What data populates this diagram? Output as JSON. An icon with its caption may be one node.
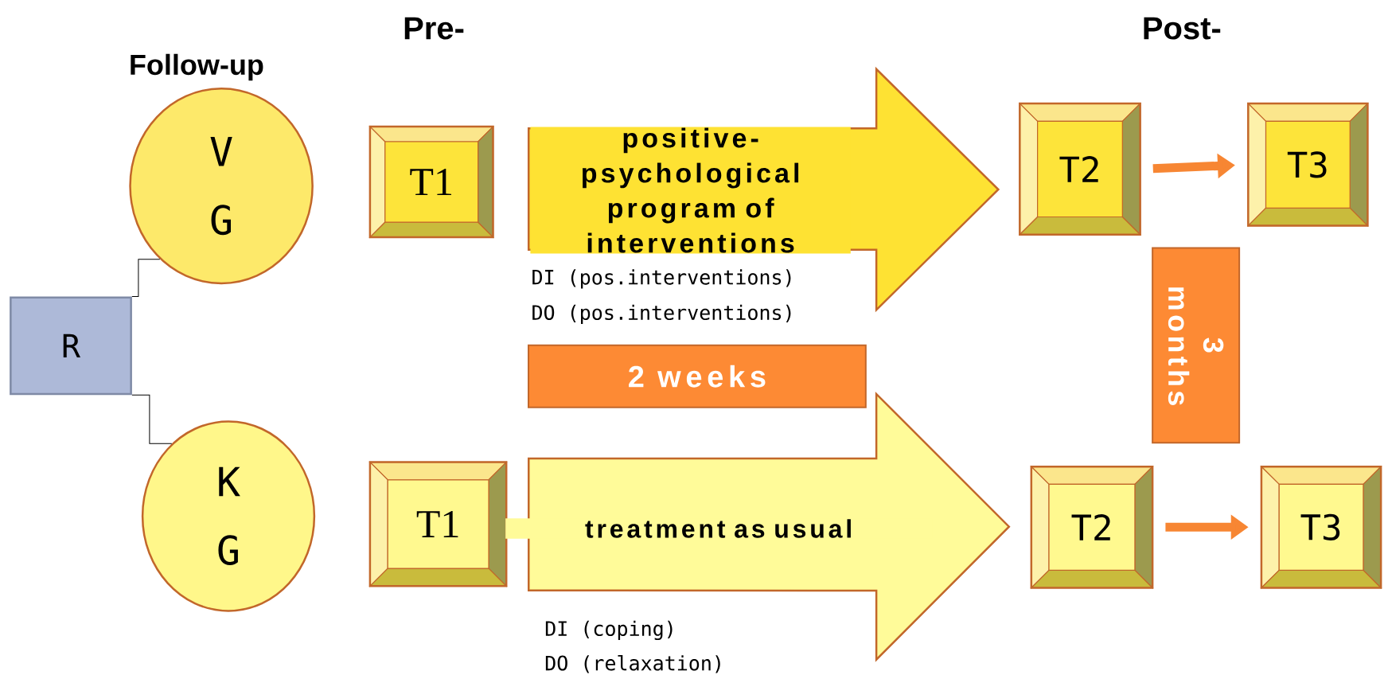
{
  "diagram": {
    "nodes": [
      {
        "text": [
          "V G"
        ]
      },
      {
        "text": [
          "K G"
        ]
      },
      {
        "text": [
          "R"
        ]
      },
      {
        "text": [
          "T1"
        ]
      },
      {
        "text": [
          "T2"
        ]
      },
      {
        "text": [
          "T3"
        ]
      },
      {
        "text": [
          "2 weeks"
        ]
      },
      {
        "text": [
          "3 months"
        ]
      },
      {
        "text": [
          "T1"
        ]
      },
      {
        "text": [
          "T2"
        ]
      },
      {
        "text": [
          "T3"
        ]
      }
    ],
    "edges": [
      {
        "from": 2,
        "to": 0,
        "arrow": "none"
      },
      {
        "from": 2,
        "to": 1,
        "arrow": "none"
      },
      {
        "from": 3,
        "to": 4,
        "arrow": "to",
        "label": "positive-psychological program of interventions",
        "style": "thick",
        "color": "#fee233"
      },
      {
        "from": 4,
        "to": 5,
        "arrow": "to",
        "style": "thick",
        "color": "#f78633"
      },
      {
        "from": 8,
        "to": 9,
        "arrow": "to",
        "label": "treatment as usual",
        "style": "thick",
        "color": "#fffb99"
      },
      {
        "from": 9,
        "to": 10,
        "arrow": "to",
        "style": "thick",
        "color": "#f78633"
      }
    ],
    "labels": [
      "Pre-",
      "Post-",
      "Follow-up",
      "DI (pos.interventions)",
      "DO (pos.interventions)",
      "DI (coping)",
      "DO (relaxation)"
    ]
  }
}
